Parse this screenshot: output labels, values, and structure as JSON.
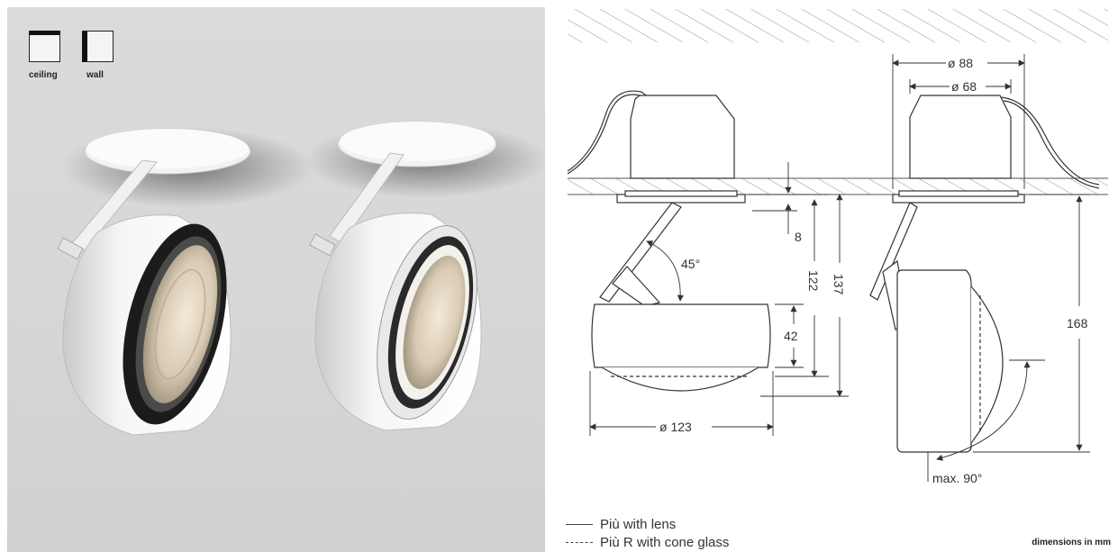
{
  "mounting": {
    "ceiling_label": "ceiling",
    "wall_label": "wall"
  },
  "dimensions": {
    "d88": "ø 88",
    "d68": "ø 68",
    "h8": "8",
    "angle45": "45°",
    "h122": "122",
    "h137": "137",
    "h42": "42",
    "h168": "168",
    "d123": "ø 123",
    "max90": "max. 90°"
  },
  "legend": {
    "solid_label": "Più with lens",
    "dashed_label": "Più R with cone glass"
  },
  "note": "dimensions in mm",
  "colors": {
    "photo_background": "#d6d7d7",
    "line": "#333333",
    "hatch": "#888888",
    "lamp_body": "#ffffff"
  }
}
